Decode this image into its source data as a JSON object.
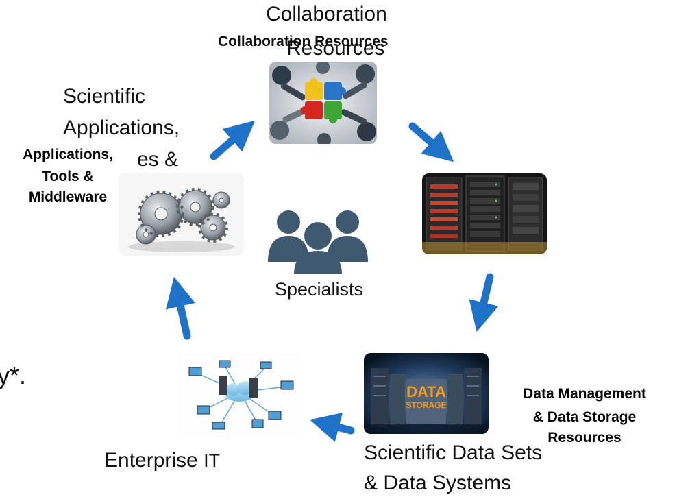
{
  "diagram": {
    "overlay_labels": {
      "collaboration_line1": "Collaboration",
      "collaboration_line2": "Resources",
      "scientific_line1": "Scientific",
      "scientific_line2": "Applications,",
      "scientific_line3": "es &",
      "enterprise_main": "Enterprise",
      "enterprise_suffix": "IT",
      "datasets_line1": "Scientific Data Sets",
      "datasets_line2": "& Data Systems",
      "cut_left": "y*."
    },
    "bold_labels": {
      "collaboration": "Collaboration Resources",
      "apps_line1": "Applications,",
      "apps_line2": "Tools &",
      "apps_line3": "Middleware",
      "data_mgmt_line1": "Data Management",
      "data_mgmt_line2": "& Data Storage",
      "data_mgmt_line3": "Resources"
    },
    "center": {
      "label": "Specialists"
    },
    "storage_tile_text": {
      "line1": "DATA",
      "line2": "STORAGE"
    },
    "colors": {
      "arrow": "#1e73c8",
      "people": "#3f5a70"
    }
  }
}
